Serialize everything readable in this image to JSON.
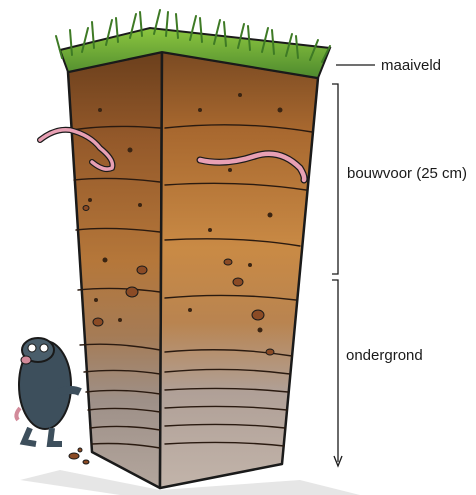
{
  "labels": {
    "surface": "maaiveld",
    "topsoil": "bouwvoor (25 cm)",
    "subsoil": "ondergrond"
  },
  "colors": {
    "grass": "#6aa84f",
    "topsoil_dark": "#8a5a2b",
    "topsoil_light": "#c98a45",
    "subsoil": "#b9a79a",
    "outline": "#1a1a1a",
    "worm": "#e8a0b4",
    "mole": "#3d4f5c",
    "shadow": "#e6e6e6"
  },
  "icons": [
    "grass-tuft",
    "earthworm",
    "mole",
    "pebble"
  ]
}
